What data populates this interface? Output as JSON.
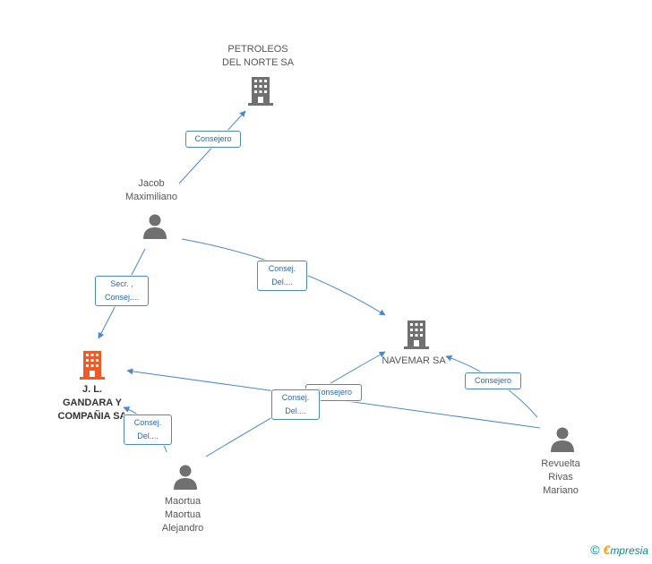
{
  "colors": {
    "edge": "#4a88d0",
    "company_icon": "#707070",
    "company_highlight": "#f05a28",
    "person_icon": "#707070"
  },
  "nodes": {
    "petroleos": {
      "lines": [
        "PETROLEOS",
        "DEL NORTE SA"
      ],
      "icon": "building-icon"
    },
    "jacob": {
      "lines": [
        "Jacob",
        "Maximiliano"
      ],
      "icon": "person-icon"
    },
    "navemar": {
      "lines": [
        "NAVEMAR SA"
      ],
      "icon": "building-icon"
    },
    "gandara": {
      "lines": [
        "J. L.",
        "GANDARA Y",
        "COMPAÑIA SA"
      ],
      "icon": "building-icon"
    },
    "revuelta": {
      "lines": [
        "Revuelta",
        "Rivas",
        "Mariano"
      ],
      "icon": "person-icon"
    },
    "maortua": {
      "lines": [
        "Maortua",
        "Maortua",
        "Alejandro"
      ],
      "icon": "person-icon"
    }
  },
  "edges": {
    "jacob_petroleos": [
      "Consejero"
    ],
    "jacob_gandara": [
      "Secr. ,",
      "Consej...."
    ],
    "jacob_navemar": [
      "Consej.",
      "Del...."
    ],
    "revuelta_navemar": [
      "Consejero"
    ],
    "revuelta_gandara": [
      "Consejero"
    ],
    "maortua_gandara": [
      "Consej.",
      "Del...."
    ],
    "maortua_navemar": [
      "Consej.",
      "Del...."
    ]
  },
  "footer": {
    "copyright": "©",
    "brand_first": "€",
    "brand_rest": "mpresia"
  }
}
